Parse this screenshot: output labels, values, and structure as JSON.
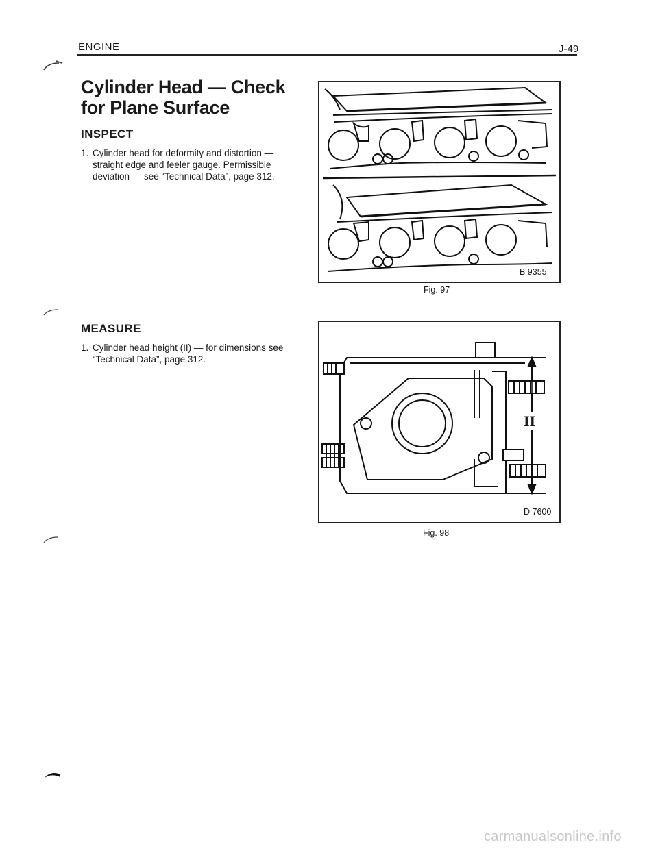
{
  "header": {
    "section": "ENGINE",
    "page": "J-49"
  },
  "title": "Cylinder Head — Check for Plane Surface",
  "inspect": {
    "heading": "INSPECT",
    "steps": [
      {
        "num": "1.",
        "text": "Cylinder head for deformity and distortion — straight edge and feeler gauge. Permissible deviation — see “Technical Data”, page 312."
      }
    ]
  },
  "measure": {
    "heading": "MEASURE",
    "steps": [
      {
        "num": "1.",
        "text": "Cylinder head height (II) — for dimensions see “Technical Data”, page 312."
      }
    ]
  },
  "fig97": {
    "code": "B 9355",
    "caption": "Fig. 97"
  },
  "fig98": {
    "code": "D 7600",
    "caption": "Fig. 98",
    "dimension_label": "II"
  },
  "watermark": "carmanualsonline.info"
}
